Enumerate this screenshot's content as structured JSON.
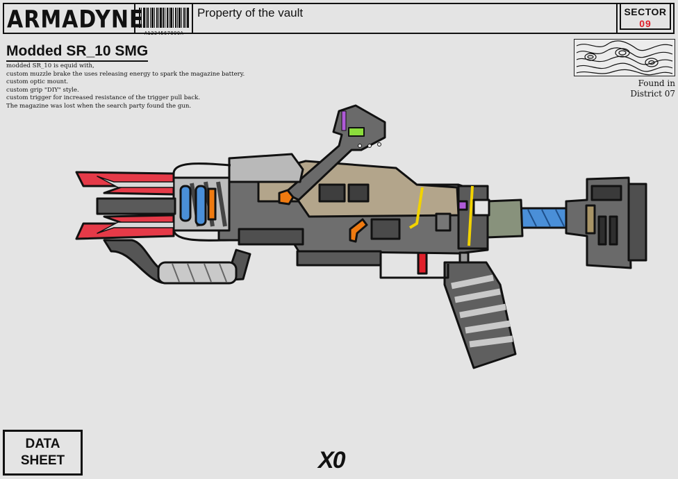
{
  "header": {
    "brand": "ARMADYNE",
    "barcode_number": "A1234567890A",
    "property_text": "Property of the vault",
    "sector_label": "SECTOR",
    "sector_number": "09"
  },
  "item": {
    "title": "Modded SR_10 SMG",
    "description_lines": [
      "modded SR_10 is equid with,",
      "custom muzzle brake the uses releasing energy to spark the magazine battery.",
      "custom optic mount.",
      "custom grip \"DIY\" style.",
      "custom trigger for increased resistance of the trigger pull back.",
      "The magazine was lost when the search party found the gun."
    ]
  },
  "location": {
    "line1": "Found in",
    "line2": "District 07"
  },
  "footer": {
    "datasheet_line1": "DATA",
    "datasheet_line2": "SHEET",
    "mark": "X0"
  },
  "colors": {
    "accent_red": "#e0202a",
    "gun_body": "#6e6e6e",
    "gun_tan": "#b3a58b",
    "wrap": "#c9c9c9",
    "stock_tape": "#4a8fd8",
    "trim_yellow": "#f2d300",
    "trim_orange": "#ef7a10"
  },
  "icons": [
    "barcode-icon",
    "topographic-map-icon",
    "gun-illustration"
  ]
}
